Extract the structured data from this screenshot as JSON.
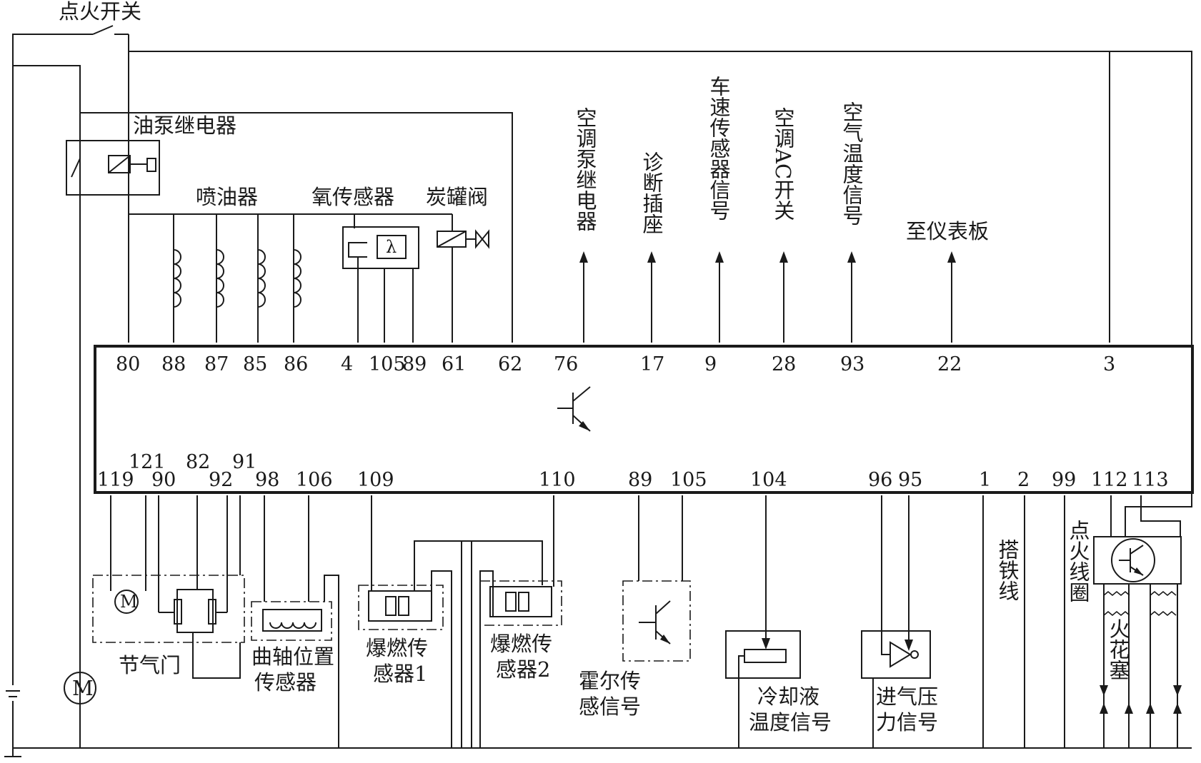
{
  "labels": {
    "ignition_switch": "点火开关",
    "fuel_pump_relay": "油泵继电器",
    "injectors": "喷油器",
    "oxygen_sensor": "氧传感器",
    "canister_valve": "炭罐阀",
    "lambda": "λ",
    "ac_pump_relay": "空调泵继电器",
    "diagnostic_socket": "诊断插座",
    "vehicle_speed_signal": "车速传感器信号",
    "ac_switch": "空调AC开关",
    "air_temp_signal": "空气温度信号",
    "to_instrument_panel": "至仪表板",
    "throttle": "节气门",
    "crank_sensor_line1": "曲轴位置",
    "crank_sensor_line2": "传感器",
    "knock1_line1": "爆燃传",
    "knock1_line2": "感器1",
    "knock2_line1": "爆燃传",
    "knock2_line2": "感器2",
    "hall_line1": "霍尔传",
    "hall_line2": "感信号",
    "coolant_line1": "冷却液",
    "coolant_line2": "温度信号",
    "intake_pressure_line1": "进气压",
    "intake_pressure_line2": "力信号",
    "ground_wire": "搭铁线",
    "ignition_coil": "点火线圈",
    "spark_plug": "火花塞",
    "motor_symbol": "M"
  },
  "pins_top": [
    "80",
    "88",
    "87",
    "85",
    "86",
    "4",
    "105",
    "89",
    "61",
    "62",
    "76",
    "17",
    "9",
    "28",
    "93",
    "22",
    "3"
  ],
  "pins_bottom": [
    "119",
    "121",
    "90",
    "82",
    "92",
    "91",
    "98",
    "106",
    "109",
    "110",
    "89",
    "105",
    "104",
    "96",
    "95",
    "1",
    "2",
    "99",
    "112",
    "113"
  ]
}
